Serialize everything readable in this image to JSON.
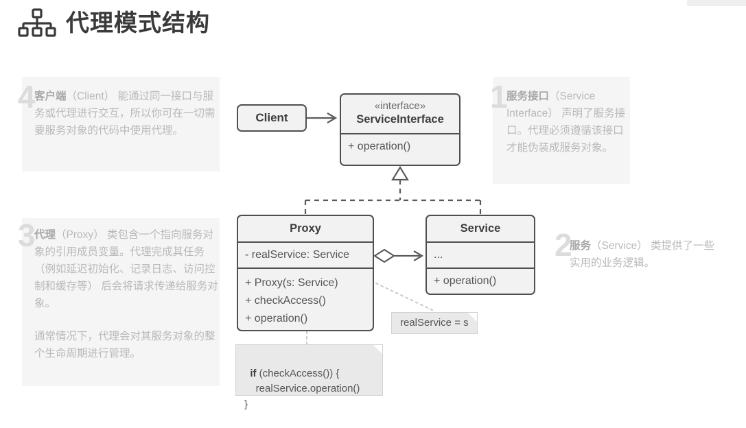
{
  "header": {
    "title": "代理模式结构",
    "icon": "sitemap-icon"
  },
  "colors": {
    "box_fill": "#f2f2f2",
    "box_border": "#4f4f4f",
    "note_fill": "#e9e9e9",
    "panel_fill": "#f5f5f5",
    "annotation_text": "#b9b9b9",
    "annotation_number": "#dcdcdc",
    "title_text": "#3a3a3a"
  },
  "annotations": [
    {
      "id": "panel-4",
      "number": "4",
      "lead": "客户端",
      "paragraphs": [
        "（Client） 能通过同一接口与服务或代理进行交互，所以你可在一切需要服务对象的代码中使用代理。"
      ]
    },
    {
      "id": "panel-3",
      "number": "3",
      "lead": "代理",
      "paragraphs": [
        "（Proxy） 类包含一个指向服务对象的引用成员变量。代理完成其任务 （例如延迟初始化、记录日志、访问控制和缓存等） 后会将请求传递给服务对象。",
        "通常情况下，代理会对其服务对象的整个生命周期进行管理。"
      ]
    },
    {
      "id": "panel-1",
      "number": "1",
      "lead": "服务接口",
      "paragraphs": [
        "（Service Interface） 声明了服务接口。代理必须遵循该接口才能伪装成服务对象。"
      ]
    },
    {
      "id": "panel-2",
      "number": "2",
      "lead": "服务",
      "paragraphs": [
        "（Service） 类提供了一些实用的业务逻辑。"
      ]
    }
  ],
  "diagram": {
    "client": {
      "name": "Client"
    },
    "service_interface": {
      "stereotype": "«interface»",
      "name": "ServiceInterface",
      "operations": "+ operation()"
    },
    "proxy": {
      "name": "Proxy",
      "attributes": "- realService: Service",
      "operations": "+ Proxy(s: Service)\n+ checkAccess()\n+ operation()"
    },
    "service": {
      "name": "Service",
      "attributes": "...",
      "operations": "+ operation()"
    },
    "notes": {
      "realservice": "realService = s",
      "code_keyword": "if",
      "code_rest": " (checkAccess()) {\n    realService.operation()\n}"
    },
    "relations": {
      "client_uses_interface": "association",
      "proxy_implements_interface": "realization",
      "service_implements_interface": "realization",
      "proxy_aggregates_service": "aggregation"
    }
  }
}
